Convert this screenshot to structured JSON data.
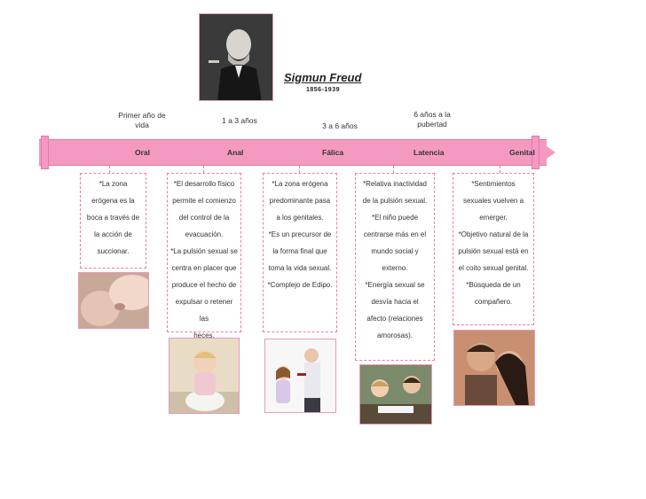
{
  "header": {
    "title": "Sigmun Freud",
    "years": "1856-1939"
  },
  "ages": {
    "first": "Primer año de vida",
    "second": "1 a 3 años",
    "third": "3 a 6 años",
    "fourth": "6 años a la pubertad"
  },
  "stages": [
    "Oral",
    "Anal",
    "Fálica",
    "Latencia",
    "Genital"
  ],
  "boxes": {
    "oral": [
      "*La zona",
      "erógena es la",
      "boca a través de",
      "la acción de",
      "succionar."
    ],
    "anal": [
      "*El desarrollo físico",
      "permite el comienzo",
      "del control de la",
      "evacuación.",
      "*La pulsión sexual se",
      "centra en placer que",
      "produce el hecho de",
      "expulsar o retener las",
      "heces."
    ],
    "falica": [
      "*La zona erógena",
      "predominante pasa",
      "a los genitales.",
      "*Es un precursor de",
      "la forma final que",
      "toma la vida sexual.",
      "*Complejo de Edipo."
    ],
    "latencia": [
      "*Relativa inactividad",
      "de la pulsión sexual.",
      "*El niño puede",
      "centrarse más en el",
      "mundo social y",
      "externo.",
      "*Energía sexual se",
      "desvía hacia el",
      "afecto (relaciones",
      "amorosas)."
    ],
    "genital": [
      "*Sentimientos",
      "sexuales vuelven a",
      "emerger.",
      "*Objetivo natural de la",
      "pulsión sexual está en",
      "el coito sexual genital.",
      "*Búsqueda de un",
      "compañero."
    ]
  }
}
